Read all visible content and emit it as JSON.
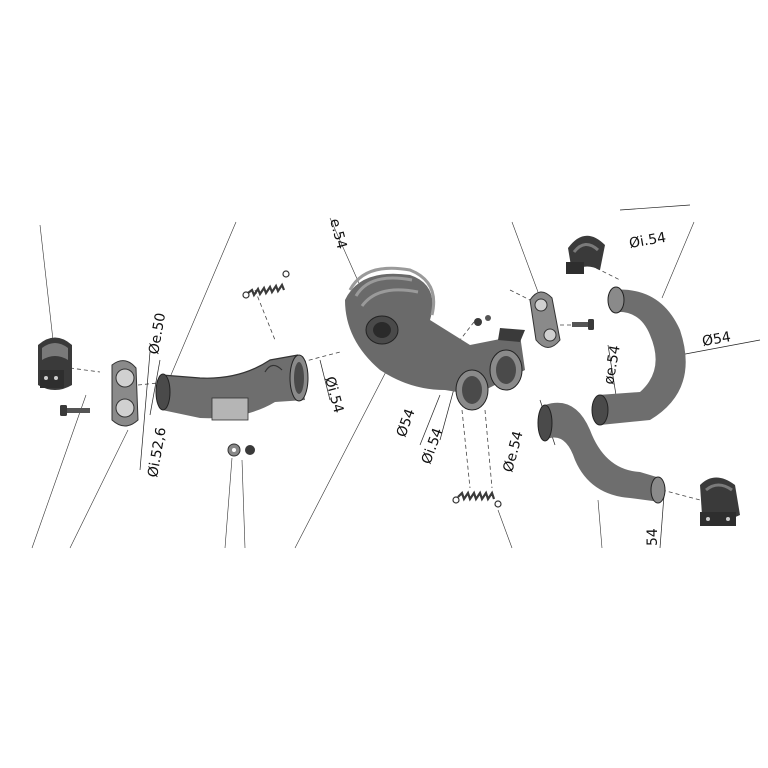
{
  "colors": {
    "part_dark": "#3a3a3a",
    "part_mid": "#6e6e6e",
    "part_light": "#a8a8a8",
    "line": "#333333",
    "background": "#ffffff"
  },
  "labels": {
    "d_e50": "Øe.50",
    "d_i52_6": "Øi.52,6",
    "d_i54_left": "Øi.54",
    "e54_top": "e.54",
    "d54_mid": "Ø54",
    "d_i54_mid": "Øi.54",
    "d_i54_right": "Øi.54",
    "d54_right": "Ø54",
    "de54_right": "øe.54",
    "d_e54_lower": "Øe.54",
    "dim54": "54"
  },
  "parts": [
    "clamp",
    "gasket",
    "bolt",
    "header-pipe",
    "spring",
    "washer-nut",
    "wrapped-collector",
    "bracket",
    "gasket",
    "bolt",
    "clamp",
    "curved-pipe",
    "s-pipe",
    "spring",
    "clamp"
  ]
}
